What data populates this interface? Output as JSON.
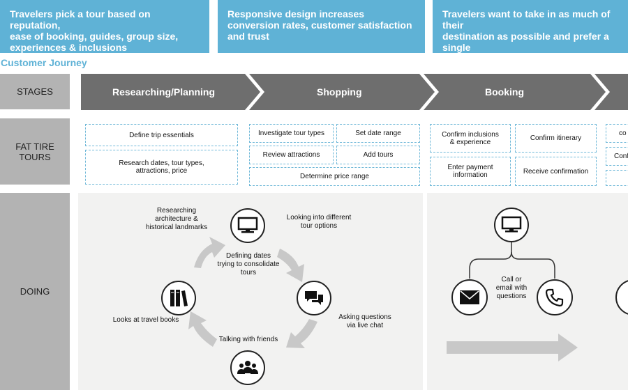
{
  "banners": [
    {
      "text": "Travelers pick a tour based on reputation,\nease of booking, guides, group size,\nexperiences & inclusions"
    },
    {
      "text": "Responsive design increases\nconversion rates, customer satisfaction\nand trust"
    },
    {
      "text": "Travelers want to take in as much of their\ndestination as possible and prefer a single\nsource in which they've built trust"
    }
  ],
  "section_title": "Customer Journey",
  "rows": {
    "stages": "STAGES",
    "fat_tire": "FAT TIRE\nTOURS",
    "doing": "DOING"
  },
  "stages": [
    "Researching/Planning",
    "Shopping",
    "Booking"
  ],
  "tasks": {
    "researching": [
      "Define trip essentials",
      "Research dates, tour types,\nattractions, price"
    ],
    "shopping": [
      "Investigate tour types",
      "Set date range",
      "Review attractions",
      "Add tours",
      "Determine price range"
    ],
    "booking": [
      "Confirm inclusions\n& experience",
      "Confirm itinerary",
      "Enter payment\ninformation",
      "Receive confirmation"
    ],
    "cut_off": [
      "co",
      "Conf",
      ""
    ]
  },
  "doing": {
    "research": [
      "Researching\narchitecture &\nhistorical landmarks",
      "Looking into different\ntour options",
      "Defining dates\ntrying to consolidate\ntours",
      "Looks at travel books",
      "Asking questions\nvia live chat",
      "Talking with friends"
    ],
    "booking": [
      "Call or\nemail with\nquestions"
    ]
  },
  "icons": [
    "computer-icon",
    "chat-icon",
    "group-icon",
    "books-icon",
    "envelope-icon",
    "phone-icon"
  ],
  "colors": {
    "banner": "#5fb2d6",
    "stage_arrow": "#6e6e6e",
    "row_label": "#b3b3b3",
    "box_border": "#6fb8d8",
    "cycle_arrow": "#c8c8c8"
  }
}
